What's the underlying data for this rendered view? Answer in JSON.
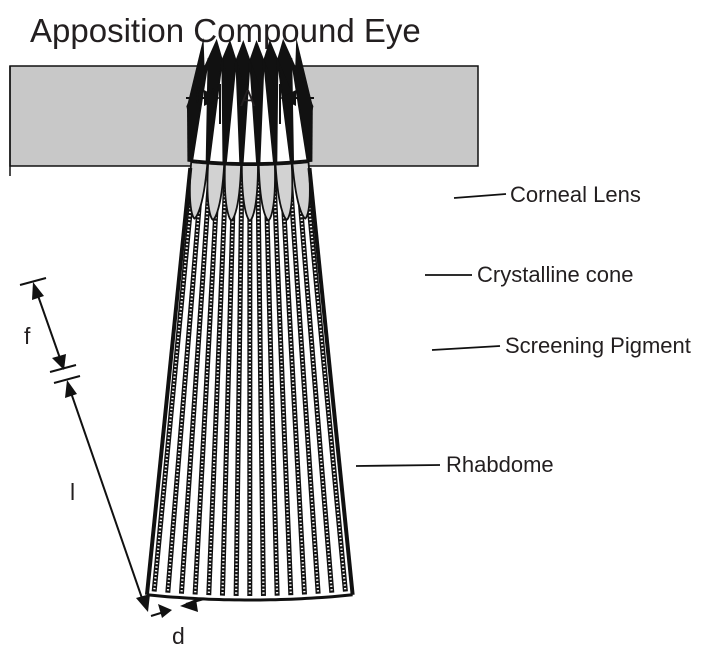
{
  "title": "Apposition Compound Eye",
  "labels": {
    "aperture": "A",
    "focal": "f",
    "length": "l",
    "diameter": "d",
    "corneal_lens": "Corneal Lens",
    "crystalline_cone": "Crystalline cone",
    "screening_pigment": "Screening Pigment",
    "rhabdome": "Rhabdome"
  },
  "colors": {
    "background": "#ffffff",
    "ink": "#111111",
    "text": "#231f20",
    "medium_gray": "#c8c8c8",
    "lens_gray": "#d2d2d2"
  }
}
